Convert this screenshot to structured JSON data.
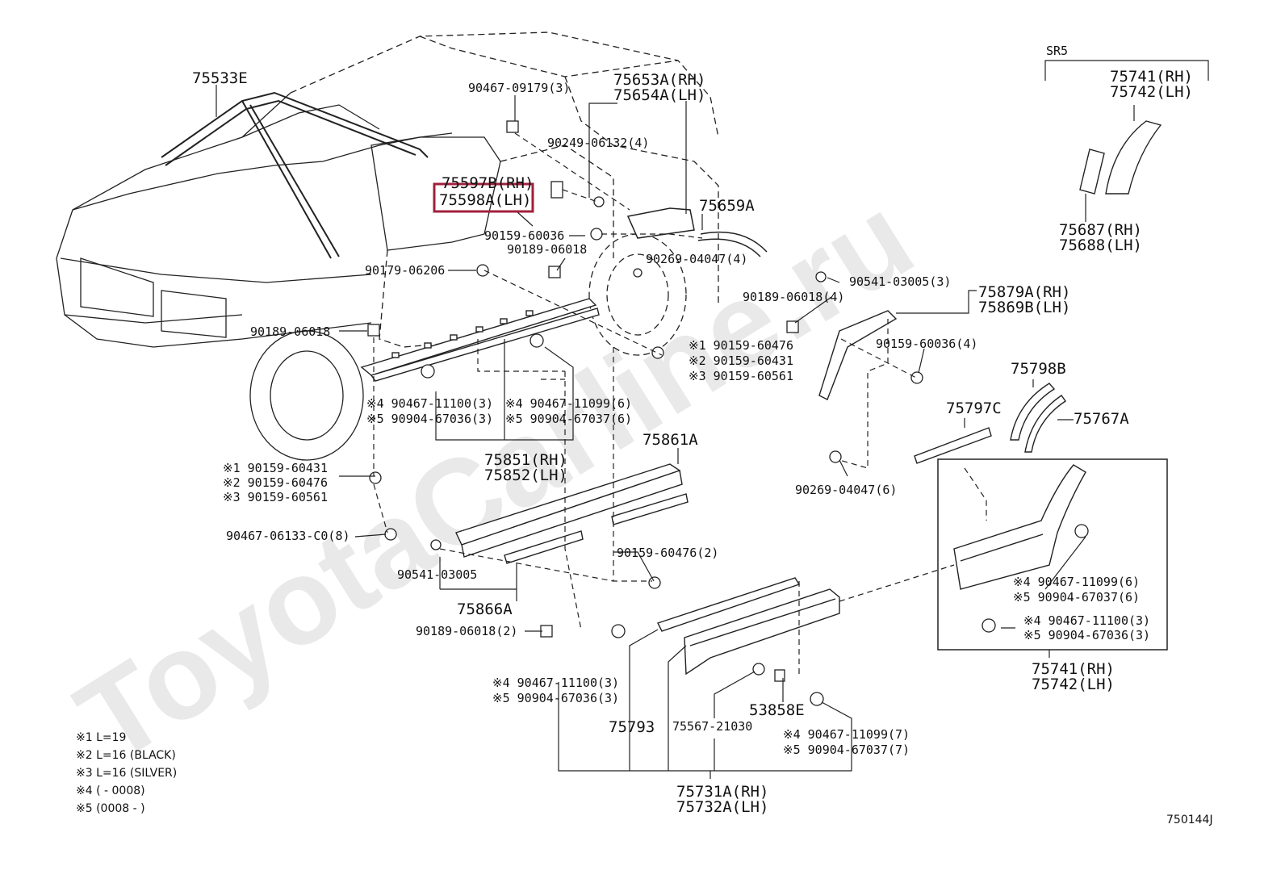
{
  "watermark": "ToyotaCarline.ru",
  "diagram_code": "750144J",
  "highlight_part": "75598A(LH)",
  "labels": {
    "l_75533E": "75533E",
    "l_75653A": "75653A(RH)",
    "l_75654A": "75654A(LH)",
    "l_90467_09179": "90467-09179(3)",
    "l_90249_06132": "90249-06132(4)",
    "l_75597B": "75597B(RH)",
    "l_75598A": "75598A(LH)",
    "l_90159_60036_a": "90159-60036",
    "l_90189_06018_a": "90189-06018",
    "l_90179_06206": "90179-06206",
    "l_90269_04047_4": "90269-04047(4)",
    "l_75659A": "75659A",
    "l_sr5": "SR5",
    "l_75741_top": "75741(RH)",
    "l_75742_top": "75742(LH)",
    "l_75687": "75687(RH)",
    "l_75688": "75688(LH)",
    "l_90541_03005_3": "90541-03005(3)",
    "l_75879A": "75879A(RH)",
    "l_75869B": "75869B(LH)",
    "l_90189_06018_4": "90189-06018(4)",
    "l_90189_06018_b": "90189-06018",
    "l_r1_60476": "※1 90159-60476",
    "l_r2_60431": "※2 90159-60431",
    "l_r3_60561": "※3 90159-60561",
    "l_90159_60036_4": "90159-60036(4)",
    "l_75798B": "75798B",
    "l_75797C": "75797C",
    "l_75767A": "75767A",
    "l_m4_11100": "※4 90467-11100(3)",
    "l_m5_67036": "※5 90904-67036(3)",
    "l_m4_11099": "※4 90467-11099(6)",
    "l_m5_67037": "※5 90904-67037(6)",
    "l_75851": "75851(RH)",
    "l_75852": "75852(LH)",
    "l_75861A": "75861A",
    "l_90269_04047_6": "90269-04047(6)",
    "l_l1_60431": "※1 90159-60431",
    "l_l2_60476": "※2 90159-60476",
    "l_l3_60561": "※3 90159-60561",
    "l_90467_06133": "90467-06133-C0(8)",
    "l_90159_60476_2": "90159-60476(2)",
    "l_90541_03005": "90541-03005",
    "l_75866A": "75866A",
    "l_90189_06018_2": "90189-06018(2)",
    "l_b4_11099": "※4 90467-11099(6)",
    "l_b5_67037": "※5 90904-67037(6)",
    "l_b4_11100": "※4 90467-11100(3)",
    "l_b5_67036": "※5 90904-67036(3)",
    "l_75741_bot": "75741(RH)",
    "l_75742_bot": "75742(LH)",
    "l_c4_11100": "※4 90467-11100(3)",
    "l_c5_67036": "※5 90904-67036(3)",
    "l_75793": "75793",
    "l_75567_21030": "75567-21030",
    "l_53858E": "53858E",
    "l_d4_11099": "※4 90467-11099(7)",
    "l_d5_67037": "※5 90904-67037(7)",
    "l_75731A": "75731A(RH)",
    "l_75732A": "75732A(LH)"
  },
  "notes": [
    "※1 L=19",
    "※2 L=16 (BLACK)",
    "※3 L=16 (SILVER)",
    "※4 (        - 0008)",
    "※5 (0008 -        )"
  ],
  "colors": {
    "line": "#222222",
    "highlight": "#a0203c",
    "watermark": "#e9e9e9"
  }
}
